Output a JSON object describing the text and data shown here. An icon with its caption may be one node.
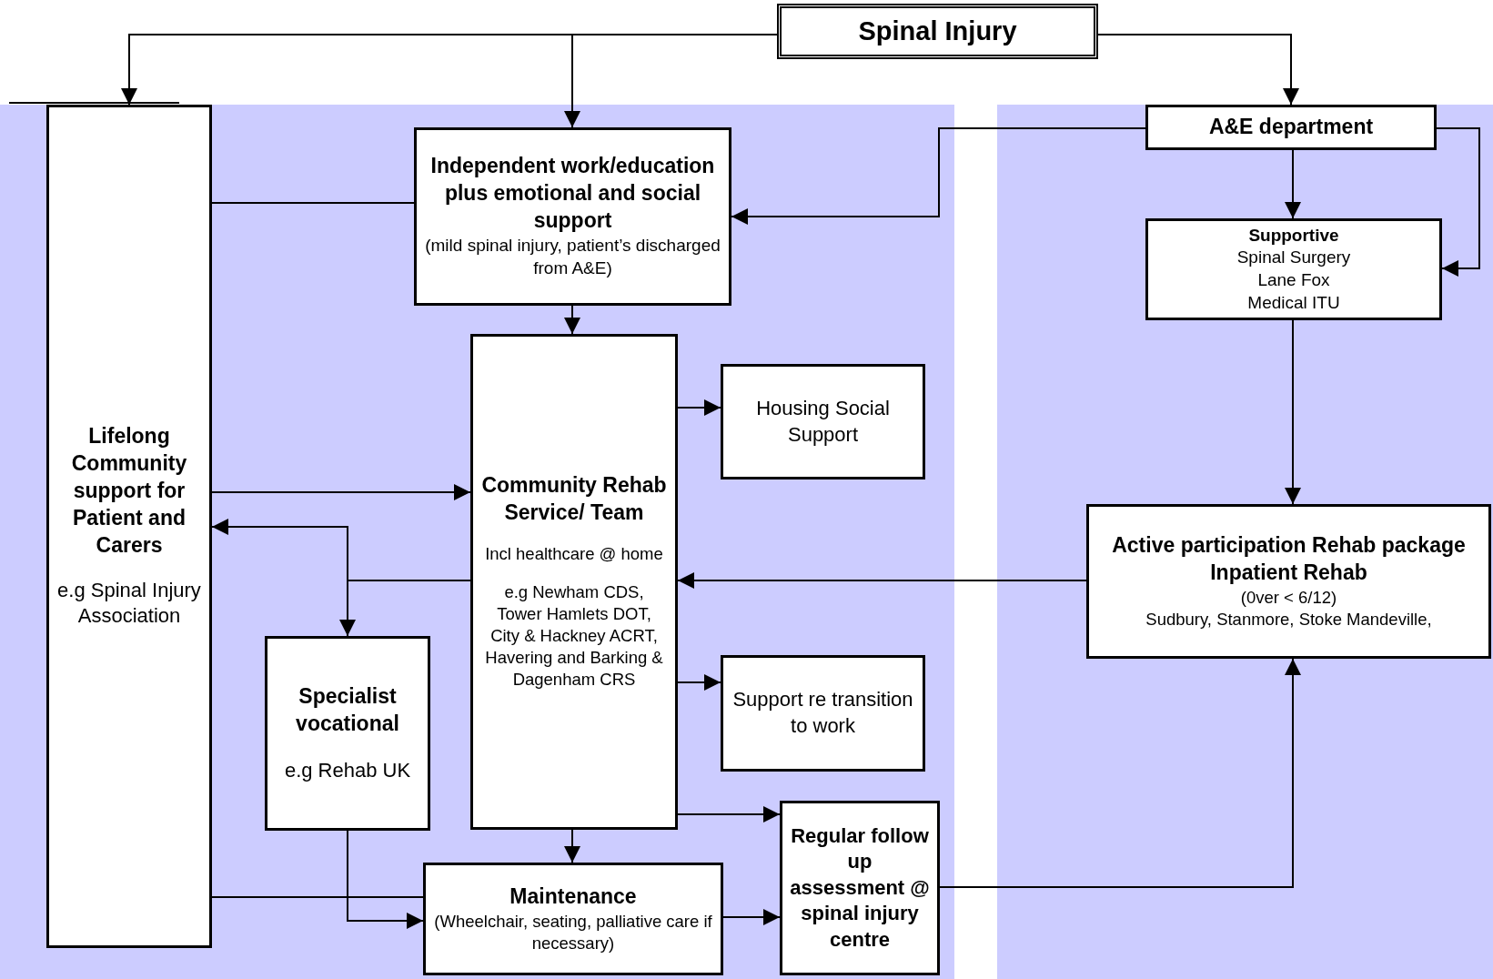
{
  "diagram": {
    "nodes": [
      {
        "text": [
          "Spinal Injury"
        ]
      },
      {
        "text": [
          "A&E department"
        ]
      },
      {
        "text": [
          "Independent work/education plus emotional and social support",
          "(mild spinal injury, patient’s discharged from A&E)"
        ]
      },
      {
        "text": [
          "Supportive",
          "Spinal Surgery",
          "Lane Fox",
          "Medical ITU"
        ]
      },
      {
        "text": [
          "Lifelong Community support for Patient and Carers",
          "e.g Spinal Injury Association"
        ]
      },
      {
        "text": [
          "Community Rehab Service/ Team",
          "Incl healthcare @ home",
          "e.g Newham CDS, Tower Hamlets DOT, City & Hackney ACRT, Havering and Barking & Dagenham CRS"
        ]
      },
      {
        "text": [
          "Housing Social Support"
        ]
      },
      {
        "text": [
          "Active participation Rehab package Inpatient Rehab",
          "(0ver < 6/12)",
          "Sudbury, Stanmore, Stoke Mandeville,"
        ]
      },
      {
        "text": [
          "Specialist vocational",
          "e.g Rehab UK"
        ]
      },
      {
        "text": [
          "Support re transition to work"
        ]
      },
      {
        "text": [
          "Regular follow up assessment @ spinal injury centre"
        ]
      },
      {
        "text": [
          "Maintenance",
          "(Wheelchair, seating, palliative care if necessary)"
        ]
      }
    ],
    "edges": [
      {
        "from": 0,
        "to": 4,
        "arrow": "to"
      },
      {
        "from": 0,
        "to": 2,
        "arrow": "to"
      },
      {
        "from": 0,
        "to": 1,
        "arrow": "to"
      },
      {
        "from": 1,
        "to": 2,
        "arrow": "to"
      },
      {
        "from": 1,
        "to": 3,
        "arrow": "to"
      },
      {
        "from": 1,
        "to": 3,
        "arrow": "to"
      },
      {
        "from": 3,
        "to": 7,
        "arrow": "to"
      },
      {
        "from": 4,
        "to": 2,
        "arrow": "none"
      },
      {
        "from": 2,
        "to": 5,
        "arrow": "to"
      },
      {
        "from": 4,
        "to": 5,
        "arrow": "to"
      },
      {
        "from": 5,
        "to": 4,
        "arrow": "to"
      },
      {
        "from": 5,
        "to": 8,
        "arrow": "to"
      },
      {
        "from": 5,
        "to": 6,
        "arrow": "to"
      },
      {
        "from": 5,
        "to": 9,
        "arrow": "to"
      },
      {
        "from": 5,
        "to": 10,
        "arrow": "to"
      },
      {
        "from": 5,
        "to": 11,
        "arrow": "to"
      },
      {
        "from": 4,
        "to": 11,
        "arrow": "none"
      },
      {
        "from": 8,
        "to": 11,
        "arrow": "to"
      },
      {
        "from": 11,
        "to": 10,
        "arrow": "to"
      },
      {
        "from": 10,
        "to": 7,
        "arrow": "to"
      },
      {
        "from": 7,
        "to": 5,
        "arrow": "to"
      }
    ]
  }
}
